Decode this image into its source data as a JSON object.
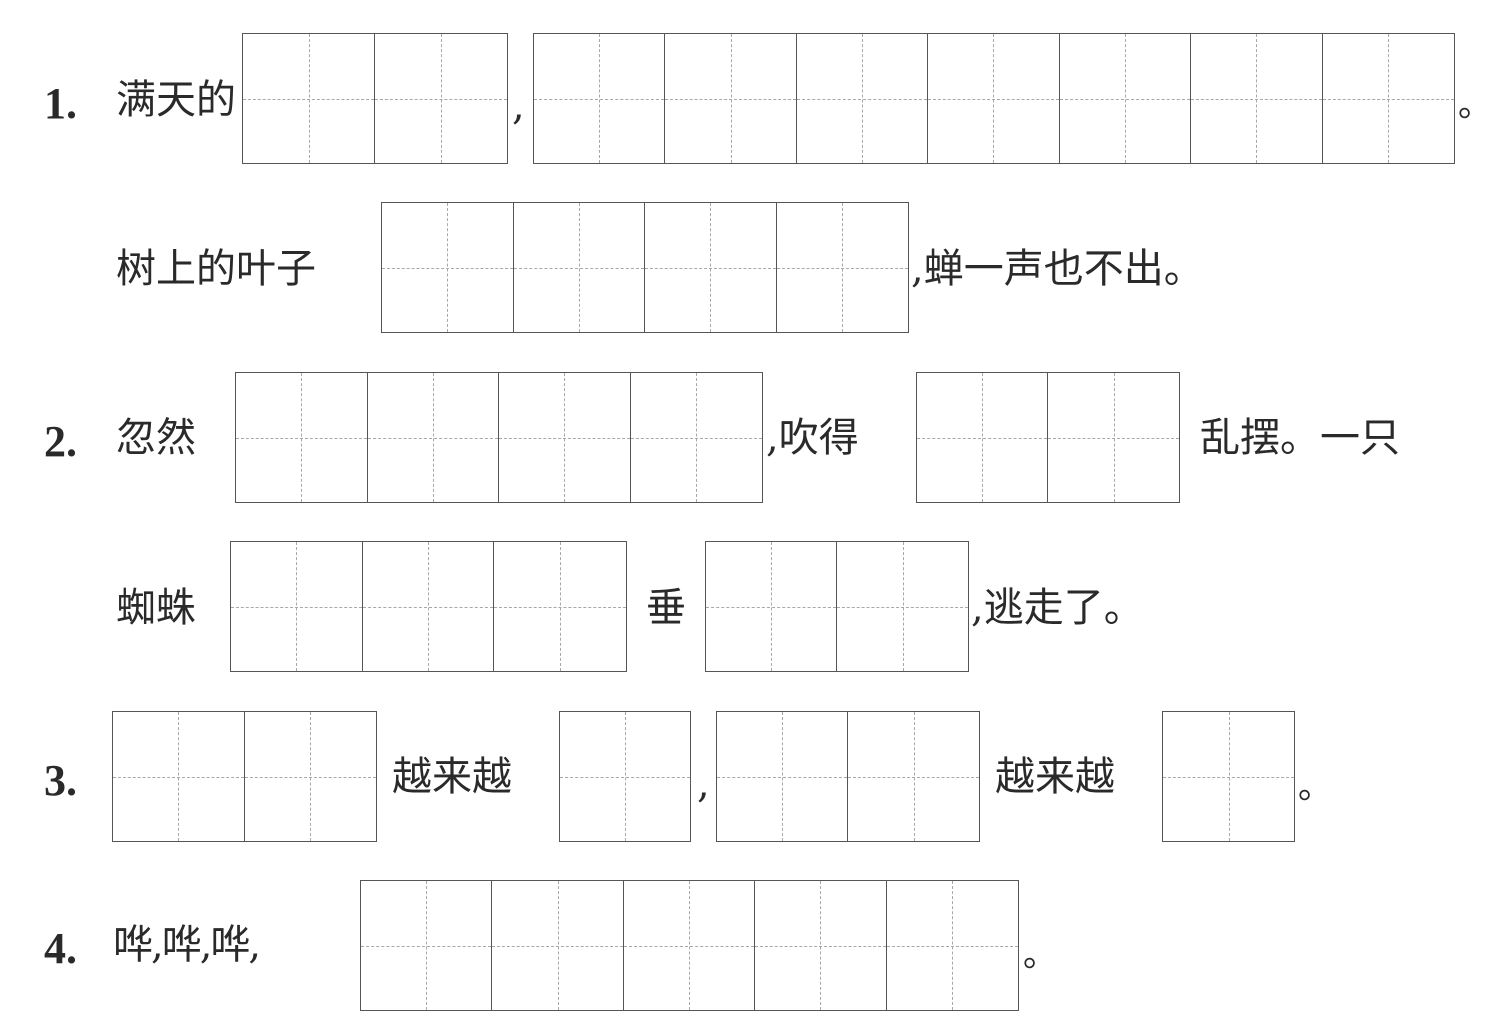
{
  "items": [
    {
      "number": "1.",
      "line1": {
        "prefix": "满天的",
        "comma": ",",
        "end": "。"
      },
      "line2": {
        "prefix": "树上的叶子",
        "suffix": ",蝉一声也不出。"
      }
    },
    {
      "number": "2.",
      "line1": {
        "prefix": "忽然",
        "middle": ",吹得",
        "suffix": "乱摆。一只"
      },
      "line2": {
        "prefix": "蜘蛛",
        "middle": "垂",
        "suffix": ",逃走了。"
      }
    },
    {
      "number": "3.",
      "middle1": "越来越",
      "comma": ",",
      "middle2": "越来越",
      "end": "。"
    },
    {
      "number": "4.",
      "prefix": "哗,哗,哗,",
      "end": "。"
    }
  ]
}
